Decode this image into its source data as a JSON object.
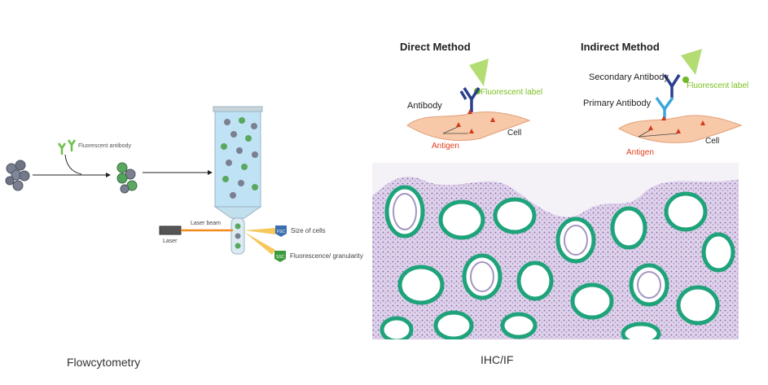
{
  "flow": {
    "fluorescent_antibody": "Fluorescent antibody",
    "laser_beam": "Laser beam",
    "laser": "Laser",
    "fsc": "FSC",
    "ssc": "SSC",
    "size_of_cells": "Size of cells",
    "fluorescence_granularity": "Fluorescence/ granularity",
    "caption": "Flowcytometry"
  },
  "ihc": {
    "direct": {
      "title": "Direct Method",
      "antibody": "Antibody",
      "fluorescent_label": "Fluorescent label",
      "antigen": "Antigen",
      "cell": "Cell"
    },
    "indirect": {
      "title": "Indirect Method",
      "secondary_antibody": "Secondary Antibody",
      "primary_antibody": "Primary Antibody",
      "fluorescent_label": "Fluorescent label",
      "antigen": "Antigen",
      "cell": "Cell"
    },
    "caption": "IHC/IF"
  },
  "colors": {
    "fluor_green": "#7cbf1e",
    "antigen_red": "#d03a1a",
    "cell_fill": "#f7c9a8",
    "antibody_blue": "#2a3f8f",
    "primary_cyan": "#3aa7dc",
    "tissue_bg": "#d9cfe6",
    "crypt_green": "#1fa37a"
  }
}
